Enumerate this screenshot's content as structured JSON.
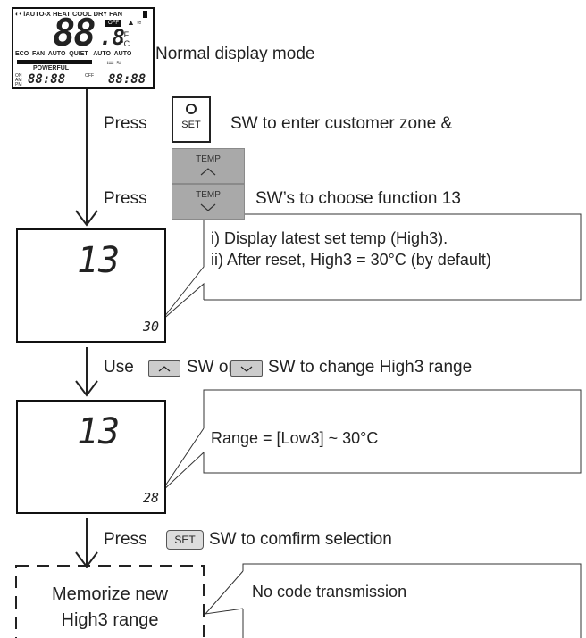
{
  "remote": {
    "top_row": "◐• iAUTO-X HEAT COOL DRY FAN",
    "big_digits": "88",
    "decimal_digit": ".8",
    "unit_f": "°F",
    "unit_c": "°C",
    "off_badge": "OFF",
    "mode_row": "ECO  FAN  AUTO  QUIET   AUTO  AUTO",
    "powerful": "POWERFUL",
    "on_am": "ON",
    "am": "AM",
    "pm": "PM",
    "timer1": "88:88",
    "off_label": "OFF",
    "timer2": "88:88",
    "caption": "Normal display mode"
  },
  "step_set": {
    "press": "Press",
    "btn_label": "SET",
    "text": "SW to enter customer zone &"
  },
  "step_temp": {
    "press": "Press",
    "temp_label": "TEMP",
    "text": "SW’s to choose function 13"
  },
  "display1": {
    "code": "13",
    "value": "30",
    "callout_line1": "i)  Display latest set temp (High3).",
    "callout_line2": "ii) After reset, High3 = 30°C (by default)"
  },
  "use_step": {
    "use": "Use",
    "sw_or": "SW or",
    "text": "SW to change High3 range"
  },
  "display2": {
    "code": "13",
    "value": "28",
    "callout": "Range = [Low3] ~ 30°C"
  },
  "confirm_step": {
    "press": "Press",
    "btn_label": "SET",
    "text": "SW to comfirm selection"
  },
  "final": {
    "line1": "Memorize new",
    "line2": "High3 range",
    "callout": "No code transmission"
  }
}
